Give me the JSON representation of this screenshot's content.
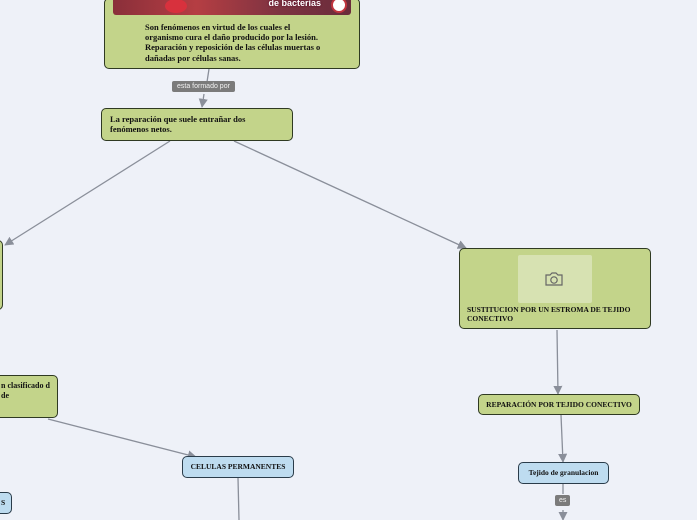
{
  "nodes": {
    "fenomenos": "Son fenómenos en virtud de los cuales el organismo  cura el daño producido por la lesión. Reparación y reposición de las células muertas o dañadas por células sanas.",
    "banner_text": "de bacterias",
    "reparacion_dos": "La reparación que suele entrañar dos fenómenos netos.",
    "clasificado": "n clasificado d de",
    "sustitucion": "SUSTITUCION POR UN ESTROMA DE TEJIDO CONECTIVO",
    "reparacion_tejido": "REPARACIÓN POR TEJIDO CONECTIVO",
    "celulas_permanentes": "CELULAS PERMANENTES",
    "tejido_granulacion": "Tejido de granulacion",
    "partial_s": "S"
  },
  "links": {
    "esta_formado_por": "esta formado por",
    "es": "es"
  },
  "icons": {
    "photo_placeholder": "camera-icon"
  },
  "colors": {
    "green_node": "#c3d48a",
    "blue_node": "#bedcf0",
    "connector": "#8a8f9a",
    "link_label": "#7b7b7b"
  }
}
